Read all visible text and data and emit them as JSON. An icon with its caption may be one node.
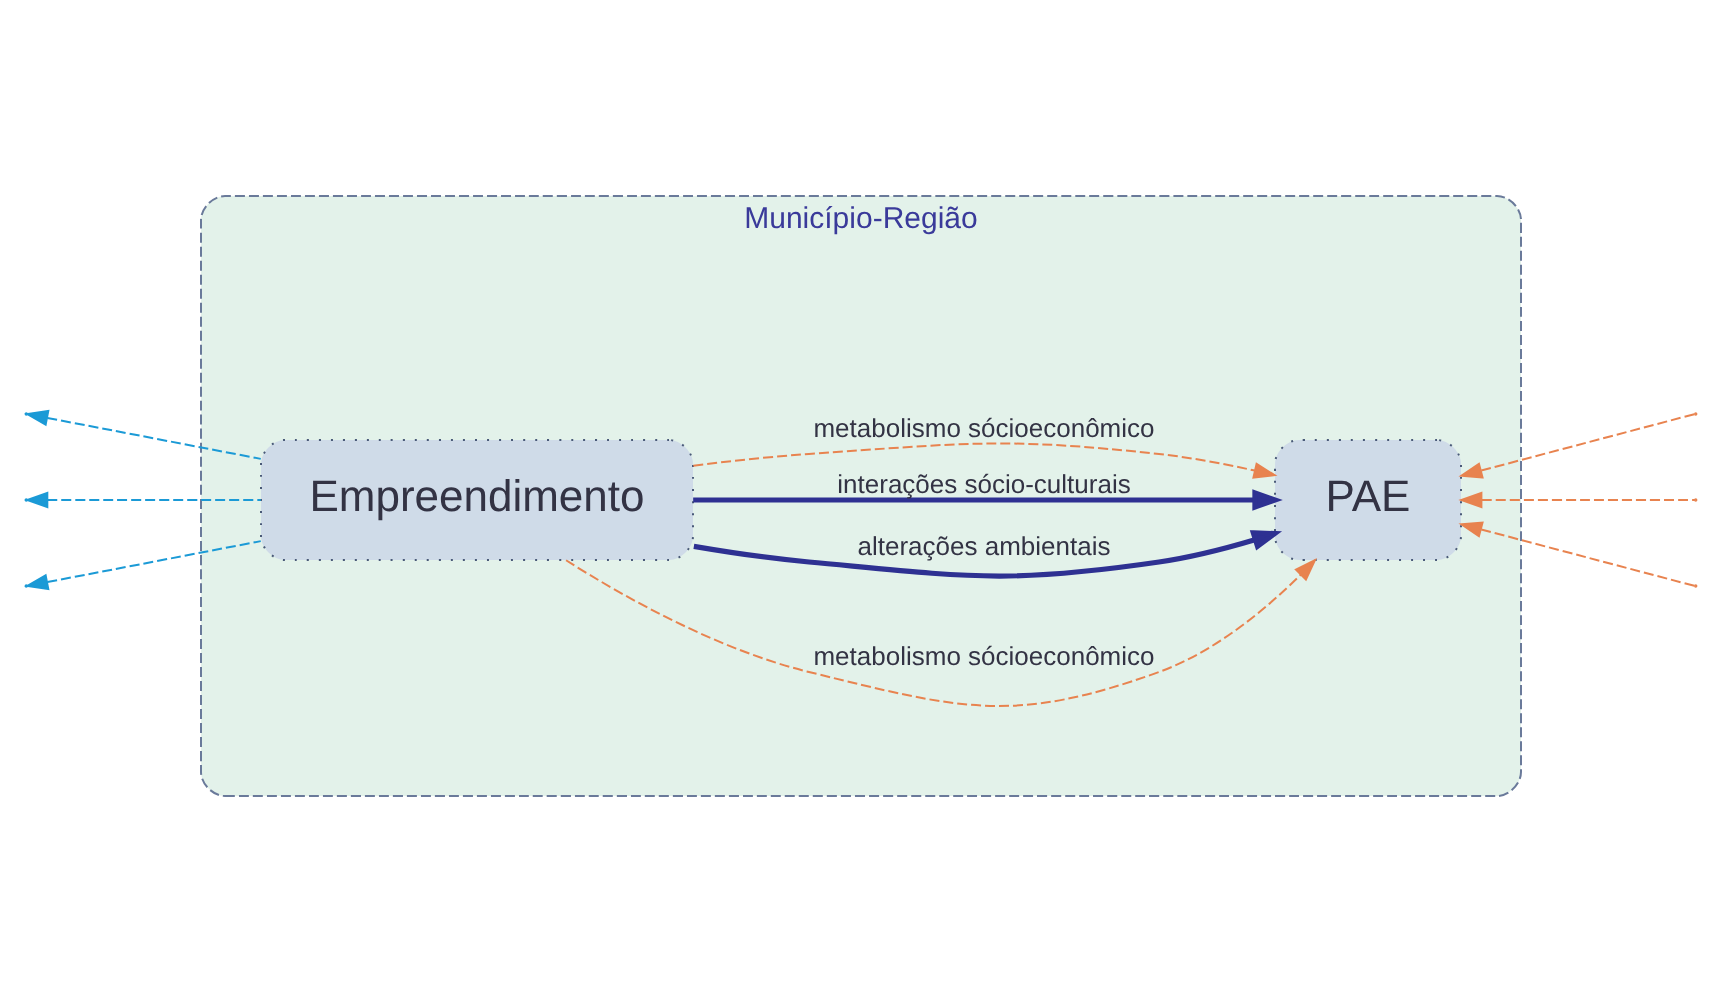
{
  "diagram": {
    "nodes": [
      {
        "text": [
          "Município-Região"
        ]
      },
      {
        "text": [
          "Empreendimento"
        ],
        "in": 0
      },
      {
        "text": [
          "PAE"
        ],
        "in": 0
      }
    ],
    "edges": [
      {
        "from": 1,
        "to": 2,
        "label": "metabolismo sócioeconômico",
        "arrow": "to",
        "style": "dashed",
        "color": "#e8834f"
      },
      {
        "from": 1,
        "to": 2,
        "label": "alterações ambientais",
        "arrow": "to",
        "style": "thick",
        "color": "#2e3192"
      },
      {
        "from": 1,
        "to": 2,
        "label": "interações sócio-culturais",
        "arrow": "to",
        "style": "thick",
        "color": "#2e3192"
      },
      {
        "from": 1,
        "to": 2,
        "label": "metabolismo sócioeconômico",
        "arrow": "to",
        "style": "dashed",
        "color": "#e8834f"
      },
      {
        "from": 1,
        "to": null,
        "arrow": "to",
        "style": "dashed",
        "color": "#1b9ad6"
      },
      {
        "from": 1,
        "to": null,
        "arrow": "to",
        "style": "dashed",
        "color": "#1b9ad6"
      },
      {
        "from": 1,
        "to": null,
        "arrow": "to",
        "style": "dashed",
        "color": "#1b9ad6"
      },
      {
        "from": null,
        "to": 2,
        "arrow": "to",
        "style": "dashed",
        "color": "#e8834f"
      },
      {
        "from": null,
        "to": 2,
        "arrow": "to",
        "style": "dashed",
        "color": "#e8834f"
      },
      {
        "from": null,
        "to": 2,
        "arrow": "to",
        "style": "dashed",
        "color": "#e8834f"
      }
    ]
  }
}
